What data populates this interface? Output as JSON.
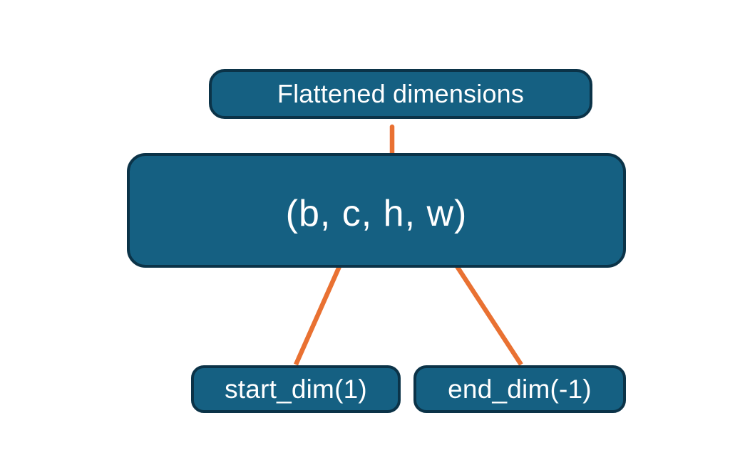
{
  "diagram": {
    "title_text": "Flattened dimensions",
    "type": "flowchart",
    "background_color": "#ffffff",
    "node_fill_color": "#156082",
    "node_border_color": "#0b3348",
    "node_text_color": "#ffffff",
    "connector_color": "#e97132",
    "nodes": [
      {
        "id": "flattened",
        "label": "Flattened dimensions",
        "role": "annotation-label"
      },
      {
        "id": "shape",
        "label": "(b, c, h, w)",
        "role": "tensor-shape"
      },
      {
        "id": "start_dim",
        "label": "start_dim(1)",
        "role": "parameter"
      },
      {
        "id": "end_dim",
        "label": "end_dim(-1)",
        "role": "parameter"
      }
    ],
    "connectors": [
      {
        "id": "brace-flattened",
        "kind": "curly-brace",
        "from": "shape",
        "to": "flattened",
        "spans": "c, h, w",
        "color": "#e97132"
      },
      {
        "id": "arrow-start-dim",
        "kind": "arrow",
        "from": "start_dim",
        "to": "shape",
        "points_at": "c",
        "color": "#e97132"
      },
      {
        "id": "arrow-end-dim",
        "kind": "arrow",
        "from": "end_dim",
        "to": "shape",
        "points_at": "w",
        "color": "#e97132"
      }
    ]
  }
}
